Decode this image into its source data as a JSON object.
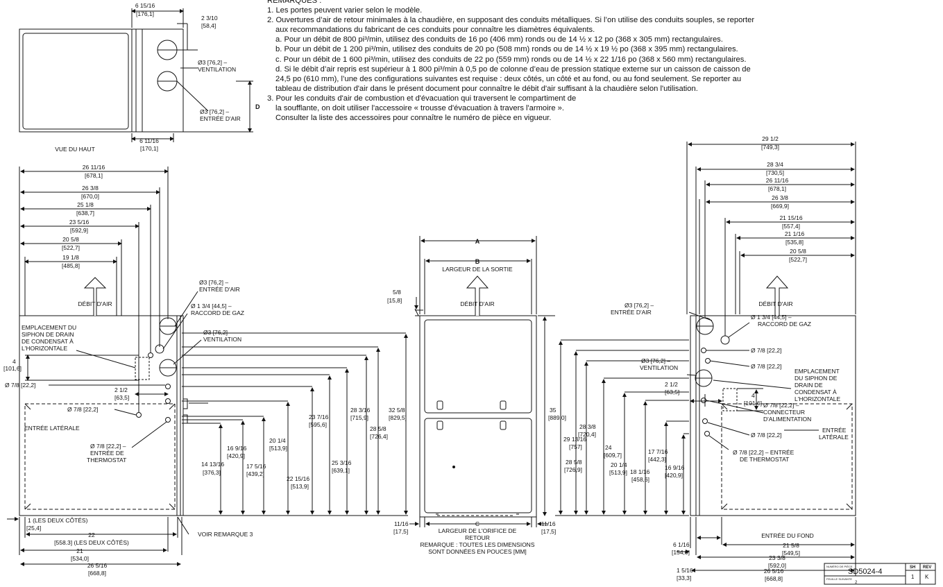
{
  "notes": {
    "heading": "REMARQUES :",
    "items": [
      "1. Les portes peuvent varier selon le modèle.",
      "2. Ouvertures d’air de retour minimales à la chaudière, en supposant des conduits métalliques. Si l’on utilise des conduits souples, se reporter",
      "aux recommandations du fabricant de ces conduits pour connaître les diamètres équivalents.",
      "a. Pour un débit de 800 pi³/min, utilisez des conduits de 16 po (406 mm) ronds ou de 14 ½ x 12 po (368 x 305 mm) rectangulaires.",
      "b. Pour un débit de 1 200 pi³/min, utilisez des conduits de 20 po (508 mm) ronds ou de 14 ½ x 19 ½ po (368 x 395 mm) rectangulaires.",
      "c. Pour un débit de 1 600 pi³/min, utilisez des conduits de 22 po (559 mm) ronds ou de 14 ½ x 22 1/16 po (368 x 560 mm) rectangulaires.",
      "d. Si le débit d’air repris est supérieur à 1 800 pi³/min à 0,5 po de colonne d’eau de pression statique externe sur un caisson de caisson de",
      "24,5 po (610 mm), l’une des configurations suivantes est requise : deux côtés, un côté et au fond, ou au fond seulement. Se reporter au",
      "tableau de distribution d'air dans le présent document pour connaître le débit d'air suffisant à la chaudière selon l'utilisation.",
      "3. Pour les conduits d'air de combustion et d'évacuation qui traversent le compartiment de",
      "la soufflante, on doit utiliser l'accessoire « trousse d'évacuation à travers l'armoire ».",
      "Consulter la liste des accessoires pour connaître le numéro de pièce en vigueur."
    ]
  },
  "top_view": {
    "caption": "VUE DU HAUT",
    "dims": [
      "6 15/16",
      "[176,1]",
      "2  3/10",
      "[58,4]",
      "Ø3 [76,2] –",
      "VENTILATION",
      "Ø3 [76,2] –",
      "ENTRÉE D'AIR",
      "D",
      "6 11/16",
      "[170,1]"
    ]
  },
  "left_view": {
    "top_dims": [
      "26 11/16",
      "[678,1]",
      "26 3/8",
      "[670,0]",
      "25 1/8",
      "[638,7]",
      "23 5/16",
      "[592,9]",
      "20 5/8",
      "[522,7]",
      "19 1/8",
      "[485,8]"
    ],
    "airflow": "DÉBIT D'AIR",
    "callouts": [
      "Ø3 [76,2] –",
      "ENTRÉE D'AIR",
      "Ø 1 3/4 [44,5] –",
      "RACCORD DE GAZ",
      "Ø3 [76,2] –",
      "VENTILATION",
      "EMPLACEMENT DU",
      "SIPHON DE DRAIN",
      "DE CONDENSAT À",
      "L'HORIZONTALE",
      "4",
      "[101,6]",
      "Ø 7/8 [22,2]",
      "2 1/2",
      "[63,5]",
      "Ø 7/8 [22,2]",
      "ENTRÉE LATÉRALE",
      "Ø 7/8 [22,2] –",
      "ENTRÉE DE",
      "THERMOSTAT"
    ],
    "v_dims": [
      "14 13/16",
      "[376,3]",
      "16 9/16",
      "[420,9]",
      "17 5/16",
      "[439,2]",
      "20 1/4",
      "[513,9]",
      "22 15/16",
      "[513,9]",
      "23 7/16",
      "[595,6]",
      "25 3/16",
      "[639,1]",
      "28 3/16",
      "[715,9]",
      "28 5/8",
      "[726,4]",
      "32 5/8",
      "[829,5]"
    ],
    "bottom_dims": [
      "1 (LES DEUX CÔTÉS)",
      "[25,4]",
      "22",
      "[558.3] (LES DEUX CÔTÉS)",
      "21",
      "[534,0]",
      "26 5/16",
      "[668,8]",
      "VOIR REMARQUE 3"
    ]
  },
  "front_view": {
    "dims": [
      "A",
      "B",
      "LARGEUR DE LA SORTIE",
      "DÉBIT D'AIR",
      "5/8",
      "[15,8]",
      "35",
      "[889,0]",
      "11/16",
      "[17,5]",
      "11/16",
      "[17,5]",
      "C",
      "LARGEUR DE L'ORIFICE DE",
      "RETOUR"
    ],
    "remark": [
      "REMARQUE : TOUTES LES DIMENSIONS",
      "SONT DONNÉES EN POUCES [MM]"
    ]
  },
  "right_view": {
    "top_dims": [
      "29 1/2",
      "[749,3]",
      "28 3/4",
      "[730,5]",
      "26 11/16",
      "[678,1]",
      "26 3/8",
      "[669,9]",
      "21 15/16",
      "[557,4]",
      "21 1/16",
      "[535,8]",
      "20 5/8",
      "[522,7]"
    ],
    "airflow": "DÉBIT D'AIR",
    "callouts": [
      "Ø3 [76,2] –",
      "ENTRÉE D'AIR",
      "Ø 1 3/4 [44,5] –",
      "RACCORD DE GAZ",
      "Ø 7/8 [22,2]",
      "Ø 7/8 [22,2]",
      "Ø3 [76,2] –",
      "VENTILATION",
      "EMPLACEMENT",
      "DU SIPHON DE",
      "DRAIN DE",
      "CONDENSAT À",
      "L'HORIZONTALE",
      "2 1/2",
      "[63,5]",
      "4",
      "[101,6]",
      "Ø 7/8 [22,2] –",
      "CONNECTEUR",
      "D'ALIMENTATION",
      "ENTRÉE",
      "LATÉRALE",
      "Ø 7/8 [22,2]",
      "Ø 7/8 [22,2] – ENTRÉE",
      "DE THERMOSTAT",
      "ENTRÉE DU FOND"
    ],
    "v_dims": [
      "29 13/16",
      "[757]",
      "28 3/8",
      "[720,4]",
      "28 5/8",
      "[726,9]",
      "24",
      "[609,7]",
      "20 1/4",
      "[513,9]",
      "18 1/16",
      "[458,6]",
      "17 7/16",
      "[442,3]",
      "16 9/16",
      "[420,9]"
    ],
    "bottom_dims": [
      "6 1/16",
      "[154,0]",
      "1 5/16",
      "[33,3]",
      "21 5/8",
      "[549,5]",
      "23 3/8",
      "[592,0]",
      "26 5/16",
      "[668,8]"
    ]
  },
  "title_block": {
    "part_label": "NUMÉRO DE PIÈCE",
    "part_no": "SD5024-4",
    "sheet_label": "FEUILLE SUIVANTE",
    "next_sheet": "2",
    "sh_label": "SH",
    "sh": "1",
    "rev_label": "REV",
    "rev": "K"
  }
}
